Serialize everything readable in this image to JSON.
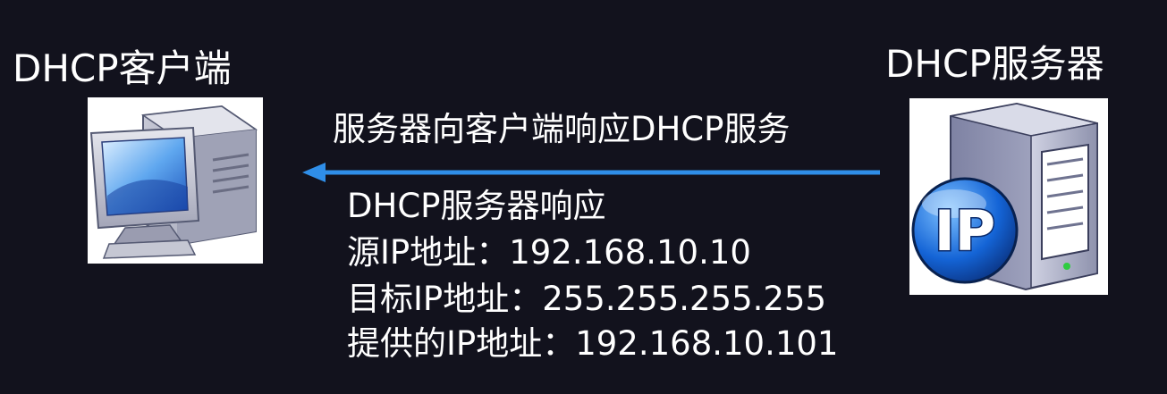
{
  "client": {
    "title": "DHCP客户端",
    "icon": "computer-icon"
  },
  "server": {
    "title": "DHCP服务器",
    "icon": "ip-server-icon",
    "badge_text": "IP"
  },
  "arrow": {
    "label": "服务器向客户端响应DHCP服务",
    "direction": "server-to-client",
    "color": "#2f8ee8"
  },
  "response": {
    "heading": "DHCP服务器响应",
    "source_ip": "源IP地址：192.168.10.10",
    "destination_ip": "目标IP地址：255.255.255.255",
    "offered_ip": "提供的IP地址：192.168.10.101"
  },
  "colors": {
    "background": "#12121d",
    "text": "#ffffff",
    "arrow": "#2f8ee8"
  }
}
